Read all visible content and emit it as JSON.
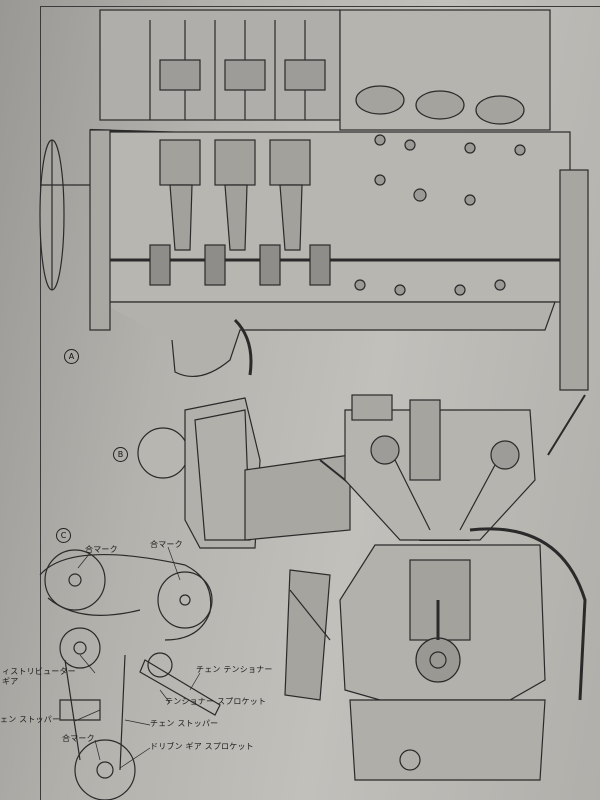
{
  "figure_markers": {
    "a": "A",
    "b": "B",
    "c": "C"
  },
  "labels": {
    "match_mark_1": "合マーク",
    "match_mark_2": "合マーク",
    "distributor_gear": "ィストリビューター\nギア",
    "chain_tensioner": "チェン テンショナー",
    "tensioner_sprocket": "テンショナー スプロケット",
    "chain_stopper_left": "ェン ストッパー",
    "chain_stopper_right": "チェン ストッパー",
    "match_mark_3": "合マーク",
    "driven_gear_sprocket": "ドリブン ギア スプロケット"
  },
  "colors": {
    "paper": "#bdbbb6",
    "ink": "#2a2a2a",
    "shade": "#8f8d89"
  }
}
